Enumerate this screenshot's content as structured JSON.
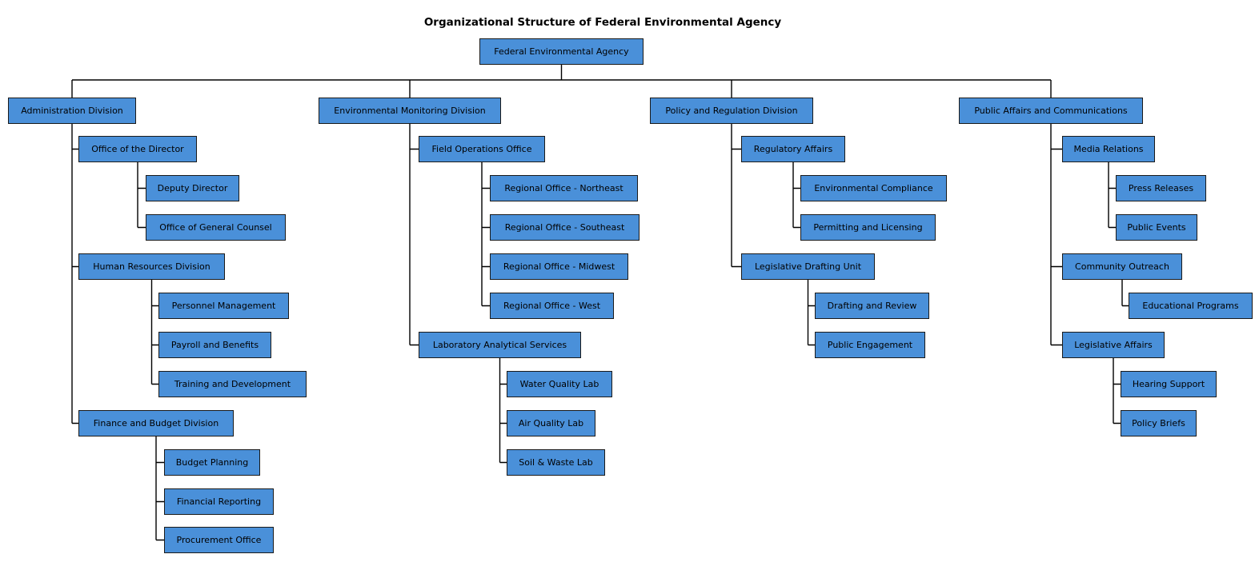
{
  "title": "Organizational Structure of Federal Environmental Agency",
  "colors": {
    "node_fill": "#4a90d9",
    "node_border": "#1a1a1a",
    "connector": "#000000",
    "text": "#000000",
    "background": "#ffffff"
  },
  "org": {
    "label": "Federal Environmental Agency",
    "children": [
      {
        "label": "Administration Division",
        "children": [
          {
            "label": "Office of the Director",
            "children": [
              {
                "label": "Deputy Director"
              },
              {
                "label": "Office of General Counsel"
              }
            ]
          },
          {
            "label": "Human Resources Division",
            "children": [
              {
                "label": "Personnel Management"
              },
              {
                "label": "Payroll and Benefits"
              },
              {
                "label": "Training and Development"
              }
            ]
          },
          {
            "label": "Finance and Budget Division",
            "children": [
              {
                "label": "Budget Planning"
              },
              {
                "label": "Financial Reporting"
              },
              {
                "label": "Procurement Office"
              }
            ]
          }
        ]
      },
      {
        "label": "Environmental Monitoring Division",
        "children": [
          {
            "label": "Field Operations Office",
            "children": [
              {
                "label": "Regional Office - Northeast"
              },
              {
                "label": "Regional Office - Southeast"
              },
              {
                "label": "Regional Office - Midwest"
              },
              {
                "label": "Regional Office - West"
              }
            ]
          },
          {
            "label": "Laboratory Analytical Services",
            "children": [
              {
                "label": "Water Quality Lab"
              },
              {
                "label": "Air Quality Lab"
              },
              {
                "label": "Soil & Waste Lab"
              }
            ]
          }
        ]
      },
      {
        "label": "Policy and Regulation Division",
        "children": [
          {
            "label": "Regulatory Affairs",
            "children": [
              {
                "label": "Environmental Compliance"
              },
              {
                "label": "Permitting and Licensing"
              }
            ]
          },
          {
            "label": "Legislative Drafting Unit",
            "children": [
              {
                "label": "Drafting and Review"
              },
              {
                "label": "Public Engagement"
              }
            ]
          }
        ]
      },
      {
        "label": "Public Affairs and Communications",
        "children": [
          {
            "label": "Media Relations",
            "children": [
              {
                "label": "Press Releases"
              },
              {
                "label": "Public Events"
              }
            ]
          },
          {
            "label": "Community Outreach",
            "children": [
              {
                "label": "Educational Programs"
              }
            ]
          },
          {
            "label": "Legislative Affairs",
            "children": [
              {
                "label": "Hearing Support"
              },
              {
                "label": "Policy Briefs"
              }
            ]
          }
        ]
      }
    ]
  }
}
